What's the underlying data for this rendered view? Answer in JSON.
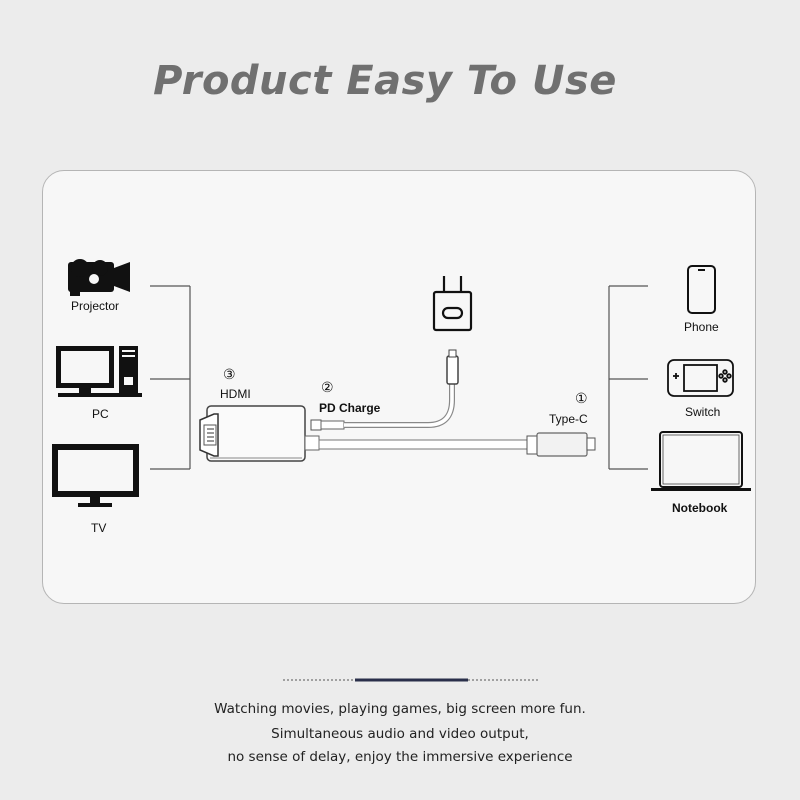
{
  "title": "Product Easy To Use",
  "devices_left": {
    "projector": "Projector",
    "pc": "PC",
    "tv": "TV"
  },
  "devices_right": {
    "phone": "Phone",
    "switch": "Switch",
    "notebook": "Notebook"
  },
  "ports": {
    "hdmi": {
      "number": "③",
      "label": "HDMI"
    },
    "pd_charge": {
      "number": "②",
      "label": "PD Charge"
    },
    "type_c": {
      "number": "①",
      "label": "Type-C"
    }
  },
  "icons": [
    "camcorder-icon",
    "desktop-pc-icon",
    "tv-icon",
    "power-adapter-icon",
    "phone-icon",
    "game-console-icon",
    "laptop-icon"
  ],
  "captions": [
    "Watching movies, playing games, big screen more fun.",
    "Simultaneous audio and video output,",
    "no sense of delay, enjoy the immersive experience"
  ],
  "colors": {
    "background": "#ececec",
    "panel": "#f7f7f7",
    "title": "#707070",
    "divider_accent": "#2a2f4a"
  }
}
